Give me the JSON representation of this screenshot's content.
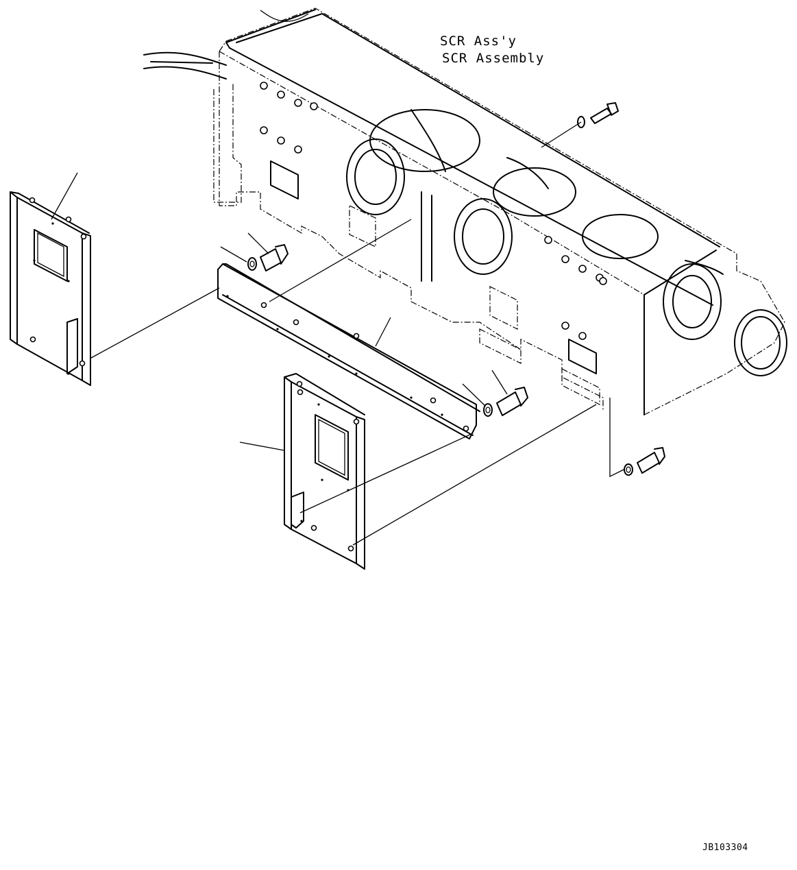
{
  "diagram": {
    "title_line1": "SCR Ass'y",
    "title_line2": "SCR Assembly",
    "drawing_code": "JB103304"
  }
}
